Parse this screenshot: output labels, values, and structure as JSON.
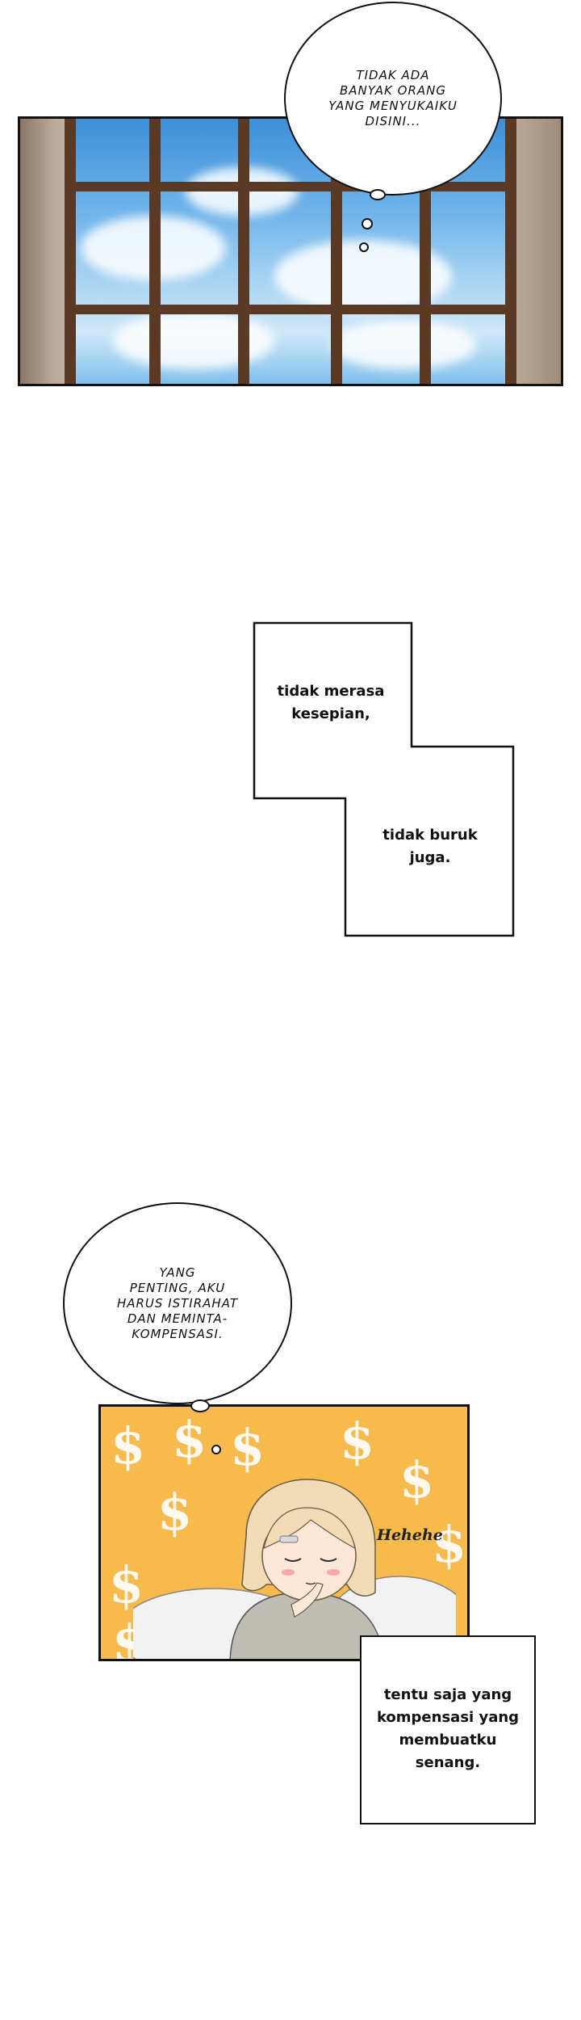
{
  "panel1": {
    "bubble_text": "TIDAK ADA\nBANYAK ORANG\nYANG MENYUKAIKU\nDISINI..."
  },
  "narration1": {
    "line_a": "tidak merasa\nkesepian,",
    "line_b": "tidak buruk\njuga."
  },
  "panel3": {
    "bubble_text": "YANG\nPENTING, AKU\nHARUS ISTIRAHAT\nDAN MEMINTA-\nKOMPENSASI.",
    "sfx": "Hehehe",
    "dollar_symbol": "$",
    "background_color": "#f7ba4c"
  },
  "narration2": {
    "text": "tentu saja yang\nkompensasi yang\nmembuatku\nsenang."
  }
}
